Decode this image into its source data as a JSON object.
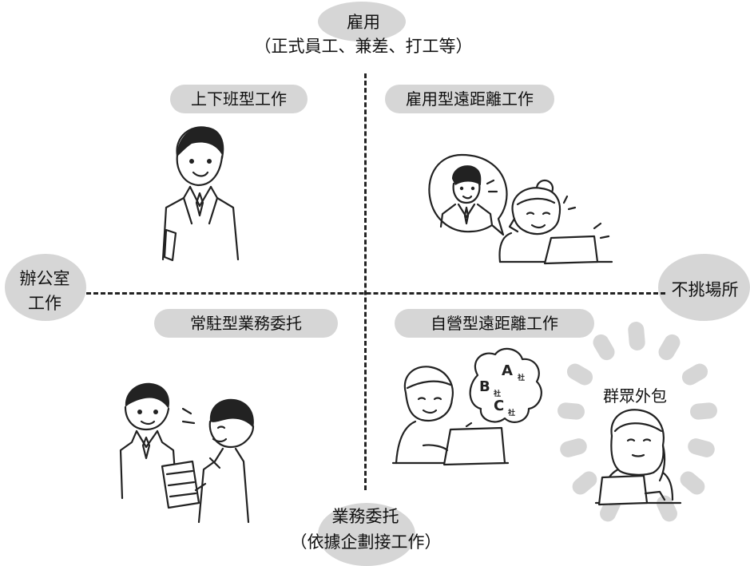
{
  "axes": {
    "top": {
      "title": "雇用",
      "subtitle": "（正式員工、兼差、打工等）"
    },
    "bottom": {
      "title": "業務委托",
      "subtitle": "（依據企劃接工作）"
    },
    "left": {
      "line1": "辦公室",
      "line2": "工作"
    },
    "right": {
      "title": "不挑場所"
    }
  },
  "quadrants": {
    "top_left": {
      "title": "上下班型工作"
    },
    "top_right": {
      "title": "雇用型遠距離工作"
    },
    "bottom_left": {
      "title": "常駐型業務委托"
    },
    "bottom_right": {
      "title": "自營型遠距離工作"
    }
  },
  "crowd": {
    "title": "群眾外包"
  },
  "bubble_letters": {
    "a": "A",
    "b": "B",
    "c": "C",
    "suffix": "社"
  },
  "icons": [
    "office-worker-illustration",
    "remote-worker-with-video-call-illustration",
    "client-meeting-illustration",
    "freelancer-with-multiple-clients-illustration",
    "crowd-worker-illustration"
  ]
}
